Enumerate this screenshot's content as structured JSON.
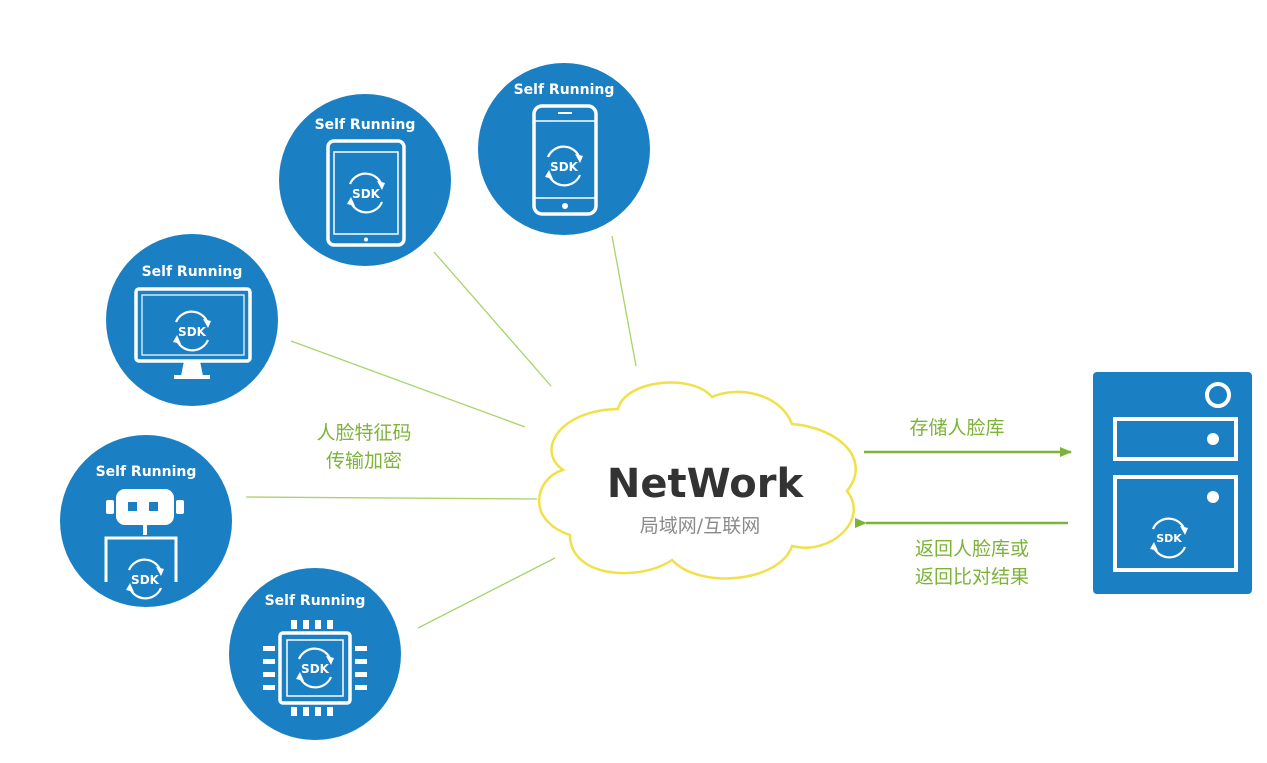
{
  "nodes": [
    {
      "id": "desktop",
      "label": "Self Running",
      "device": "desktop-monitor-icon",
      "badge": "SDK"
    },
    {
      "id": "tablet",
      "label": "Self Running",
      "device": "tablet-icon",
      "badge": "SDK"
    },
    {
      "id": "phone",
      "label": "Self Running",
      "device": "smartphone-icon",
      "badge": "SDK"
    },
    {
      "id": "robot",
      "label": "Self Running",
      "device": "robot-icon",
      "badge": "SDK"
    },
    {
      "id": "chip",
      "label": "Self Running",
      "device": "chip-icon",
      "badge": "SDK"
    }
  ],
  "network": {
    "title": "NetWork",
    "subtitle": "局域网/互联网"
  },
  "left_caption": {
    "line1": "人脸特征码",
    "line2": "传输加密"
  },
  "right_top_caption": "存储人脸库",
  "right_bottom_caption": {
    "line1": "返回人脸库或",
    "line2": "返回比对结果"
  },
  "server": {
    "badge": "SDK",
    "icon": "server-icon"
  },
  "colors": {
    "node_blue": "#1b7fc3",
    "accent_green": "#7db339",
    "cloud_outline": "#f0e14a",
    "line_green": "#a8d46a"
  }
}
